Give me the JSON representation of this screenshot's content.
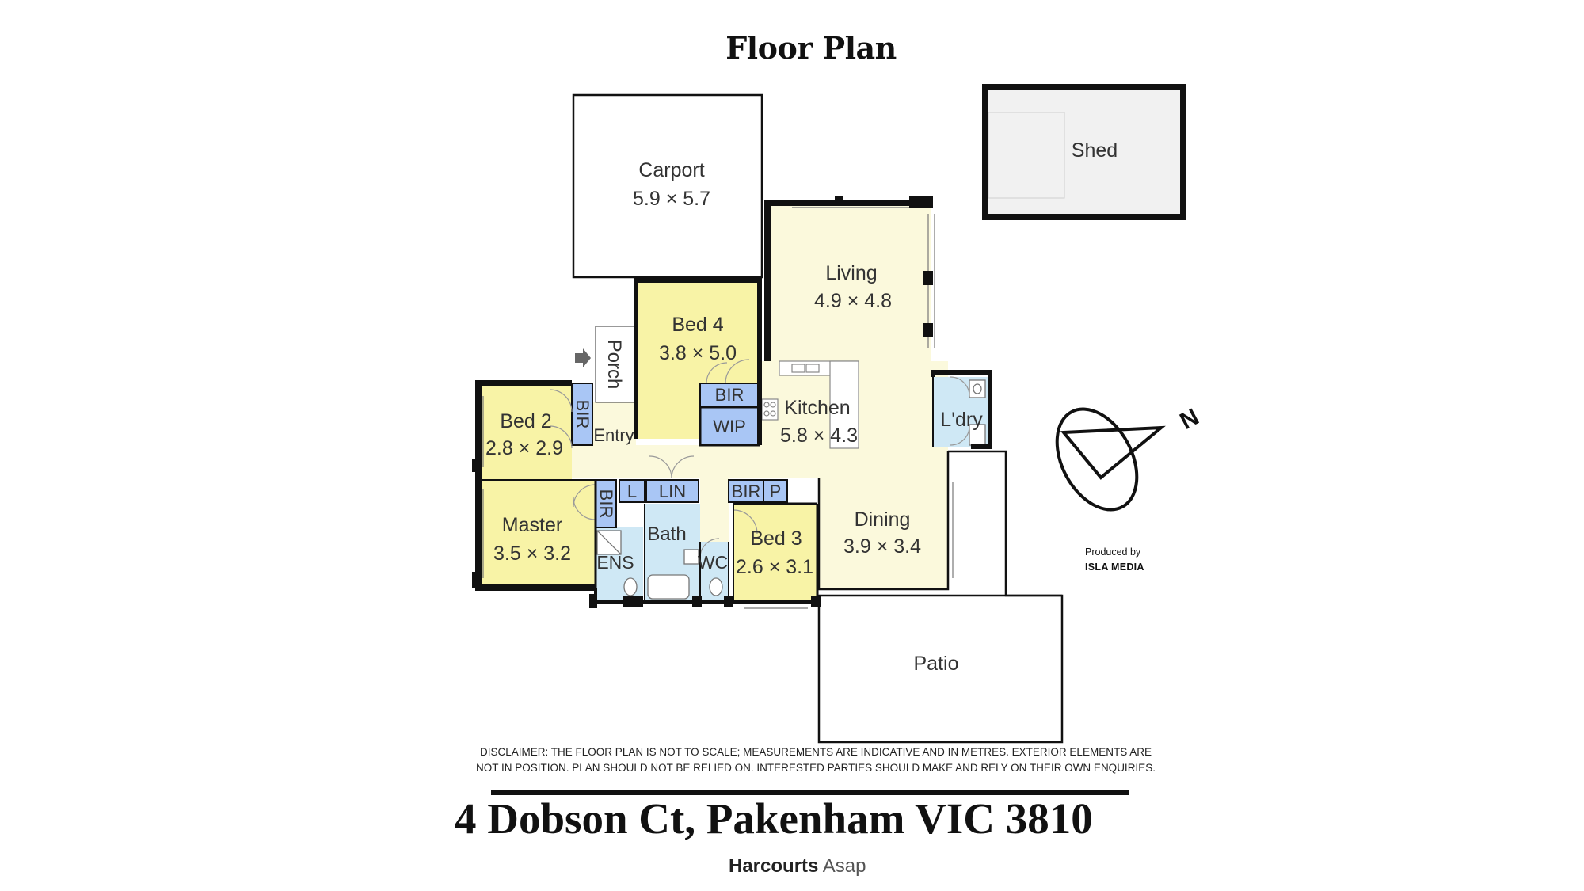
{
  "title": "Floor Plan",
  "rooms": {
    "carport": {
      "name": "Carport",
      "size": "5.9 × 5.7"
    },
    "shed": {
      "name": "Shed"
    },
    "living": {
      "name": "Living",
      "size": "4.9 × 4.8"
    },
    "bed4": {
      "name": "Bed 4",
      "size": "3.8 × 5.0"
    },
    "porch": {
      "name": "Porch"
    },
    "bed2": {
      "name": "Bed 2",
      "size": "2.8 × 2.9"
    },
    "entry": {
      "name": "Entry"
    },
    "kitchen": {
      "name": "Kitchen",
      "size": "5.8 × 4.3"
    },
    "laundry": {
      "name": "L'dry"
    },
    "master": {
      "name": "Master",
      "size": "3.5 × 3.2"
    },
    "ens": {
      "name": "ENS"
    },
    "bath": {
      "name": "Bath"
    },
    "wc": {
      "name": "WC"
    },
    "bed3": {
      "name": "Bed 3",
      "size": "2.6 × 3.1"
    },
    "dining": {
      "name": "Dining",
      "size": "3.9 × 3.4"
    },
    "patio": {
      "name": "Patio"
    }
  },
  "storage": {
    "bir_bed4": "BIR",
    "wip": "WIP",
    "bir_bed2": "BIR",
    "bir_master": "BIR",
    "l": "L",
    "lin": "LIN",
    "bir_bed3": "BIR",
    "p": "P"
  },
  "compass": {
    "north": "N",
    "icon": "compass-icon"
  },
  "credit": {
    "line1": "Produced by",
    "line2": "ISLA MEDIA"
  },
  "disclaimer": "DISCLAIMER: THE FLOOR PLAN IS NOT TO SCALE; MEASUREMENTS ARE INDICATIVE AND IN METRES. EXTERIOR ELEMENTS ARE NOT IN POSITION. PLAN SHOULD NOT BE RELIED ON. INTERESTED PARTIES SHOULD MAKE AND RELY ON THEIR OWN ENQUIRIES.",
  "address": "4 Dobson Ct, Pakenham VIC 3810",
  "brand": {
    "name": "Harcourts",
    "office": "Asap"
  },
  "colors": {
    "bedroom": "#f8f3a6",
    "living": "#fbf9dc",
    "wet": "#cfe8f5",
    "storage": "#a9c6f5",
    "shed": "#f1f1f1",
    "wall": "#111111"
  }
}
